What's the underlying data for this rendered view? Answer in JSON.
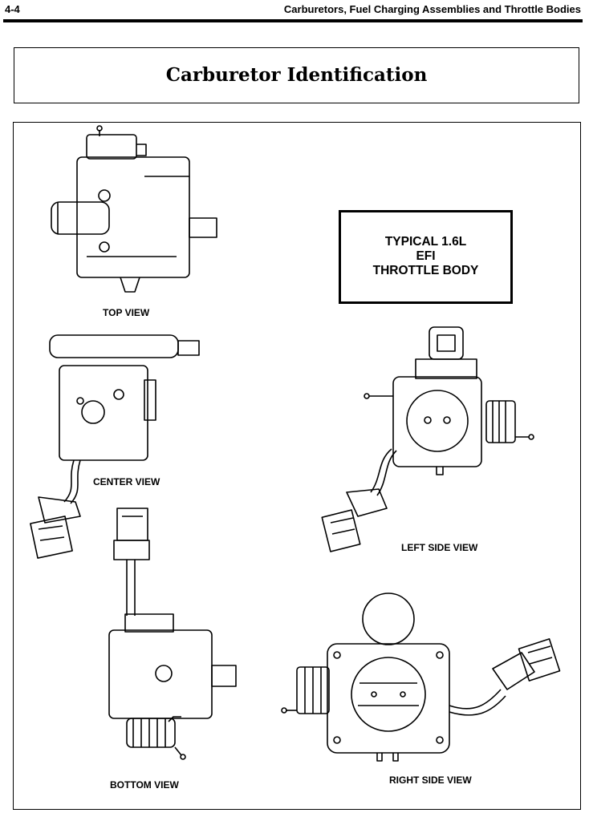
{
  "header": {
    "page_number": "4-4",
    "section_title": "Carburetors, Fuel Charging Assemblies and Throttle Bodies"
  },
  "title": "Carburetor Identification",
  "figure": {
    "caption_lines": [
      "TYPICAL 1.6L",
      "EFI",
      "THROTTLE BODY"
    ],
    "views": {
      "top": "TOP VIEW",
      "center": "CENTER VIEW",
      "left_side": "LEFT SIDE VIEW",
      "bottom": "BOTTOM VIEW",
      "right_side": "RIGHT SIDE VIEW"
    }
  }
}
